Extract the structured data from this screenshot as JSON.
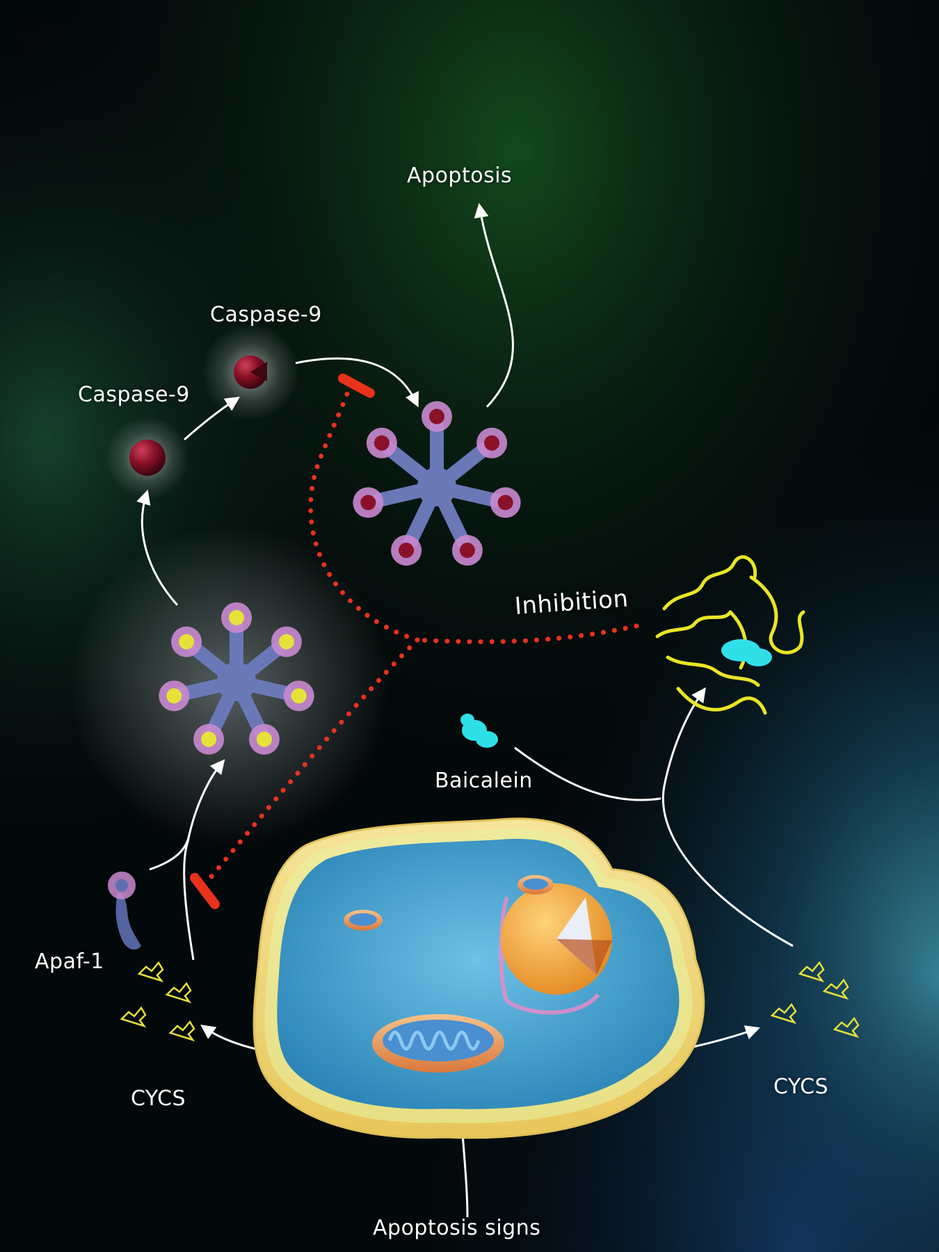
{
  "labels": {
    "apoptosis": "Apoptosis",
    "caspase9_active": "Caspase-9",
    "caspase9_pro": "Caspase-9",
    "inhibition": "Inhibition",
    "baicalein": "Baicalein",
    "apaf1": "Apaf-1",
    "cycs_left": "CYCS",
    "cycs_right": "CYCS",
    "apoptosis_signs": "Apoptosis signs"
  },
  "colors": {
    "background_dark": "#03080a",
    "background_green": "#0f4a1e",
    "background_teal": "#1f6b7a",
    "arrow": "#ffffff",
    "inhibition_dots": "#e8321c",
    "caspase": "#7a0f22",
    "apoptosome": "#6a78b8",
    "apoptosome_lobe": "#c98ad0",
    "cytochrome_c": "#e6e23a",
    "baicalein": "#2fe0e8",
    "cell_cytoplasm": "#3f9cc8",
    "membrane": "#f2dc7a",
    "mitochondrion": "#e9a063",
    "nucleus": "#f0a53c"
  }
}
